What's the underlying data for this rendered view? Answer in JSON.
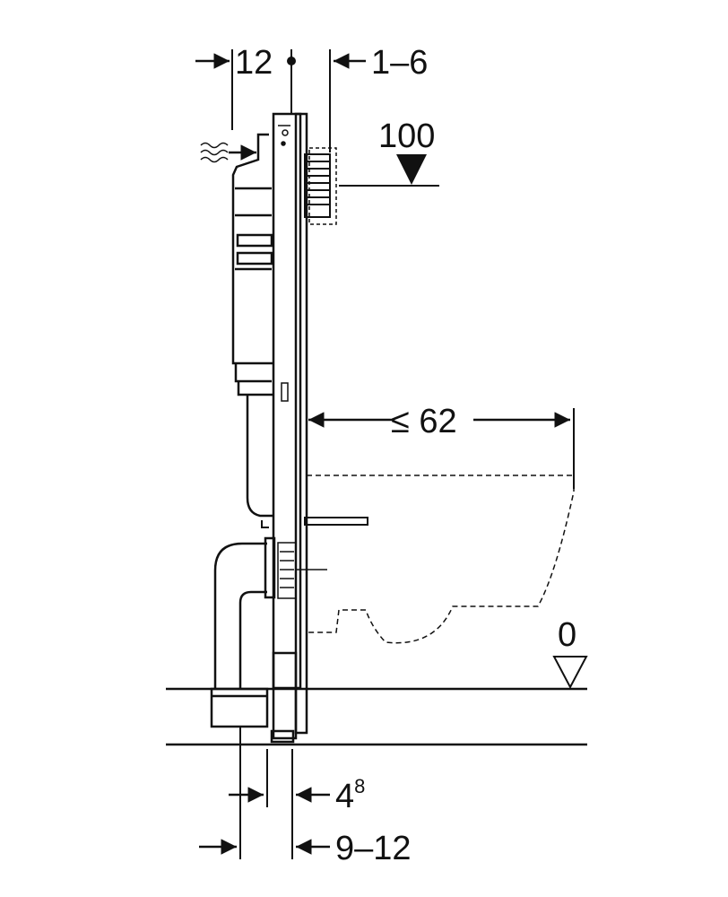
{
  "dimensions": {
    "top_left": "12",
    "top_right": "1–6",
    "height_marker": "100",
    "projection": "≤ 62",
    "floor_level": "0",
    "bottom_upper_base": "4",
    "bottom_upper_sup": "8",
    "bottom_lower": "9–12"
  },
  "colors": {
    "line": "#111111",
    "background": "#ffffff"
  }
}
